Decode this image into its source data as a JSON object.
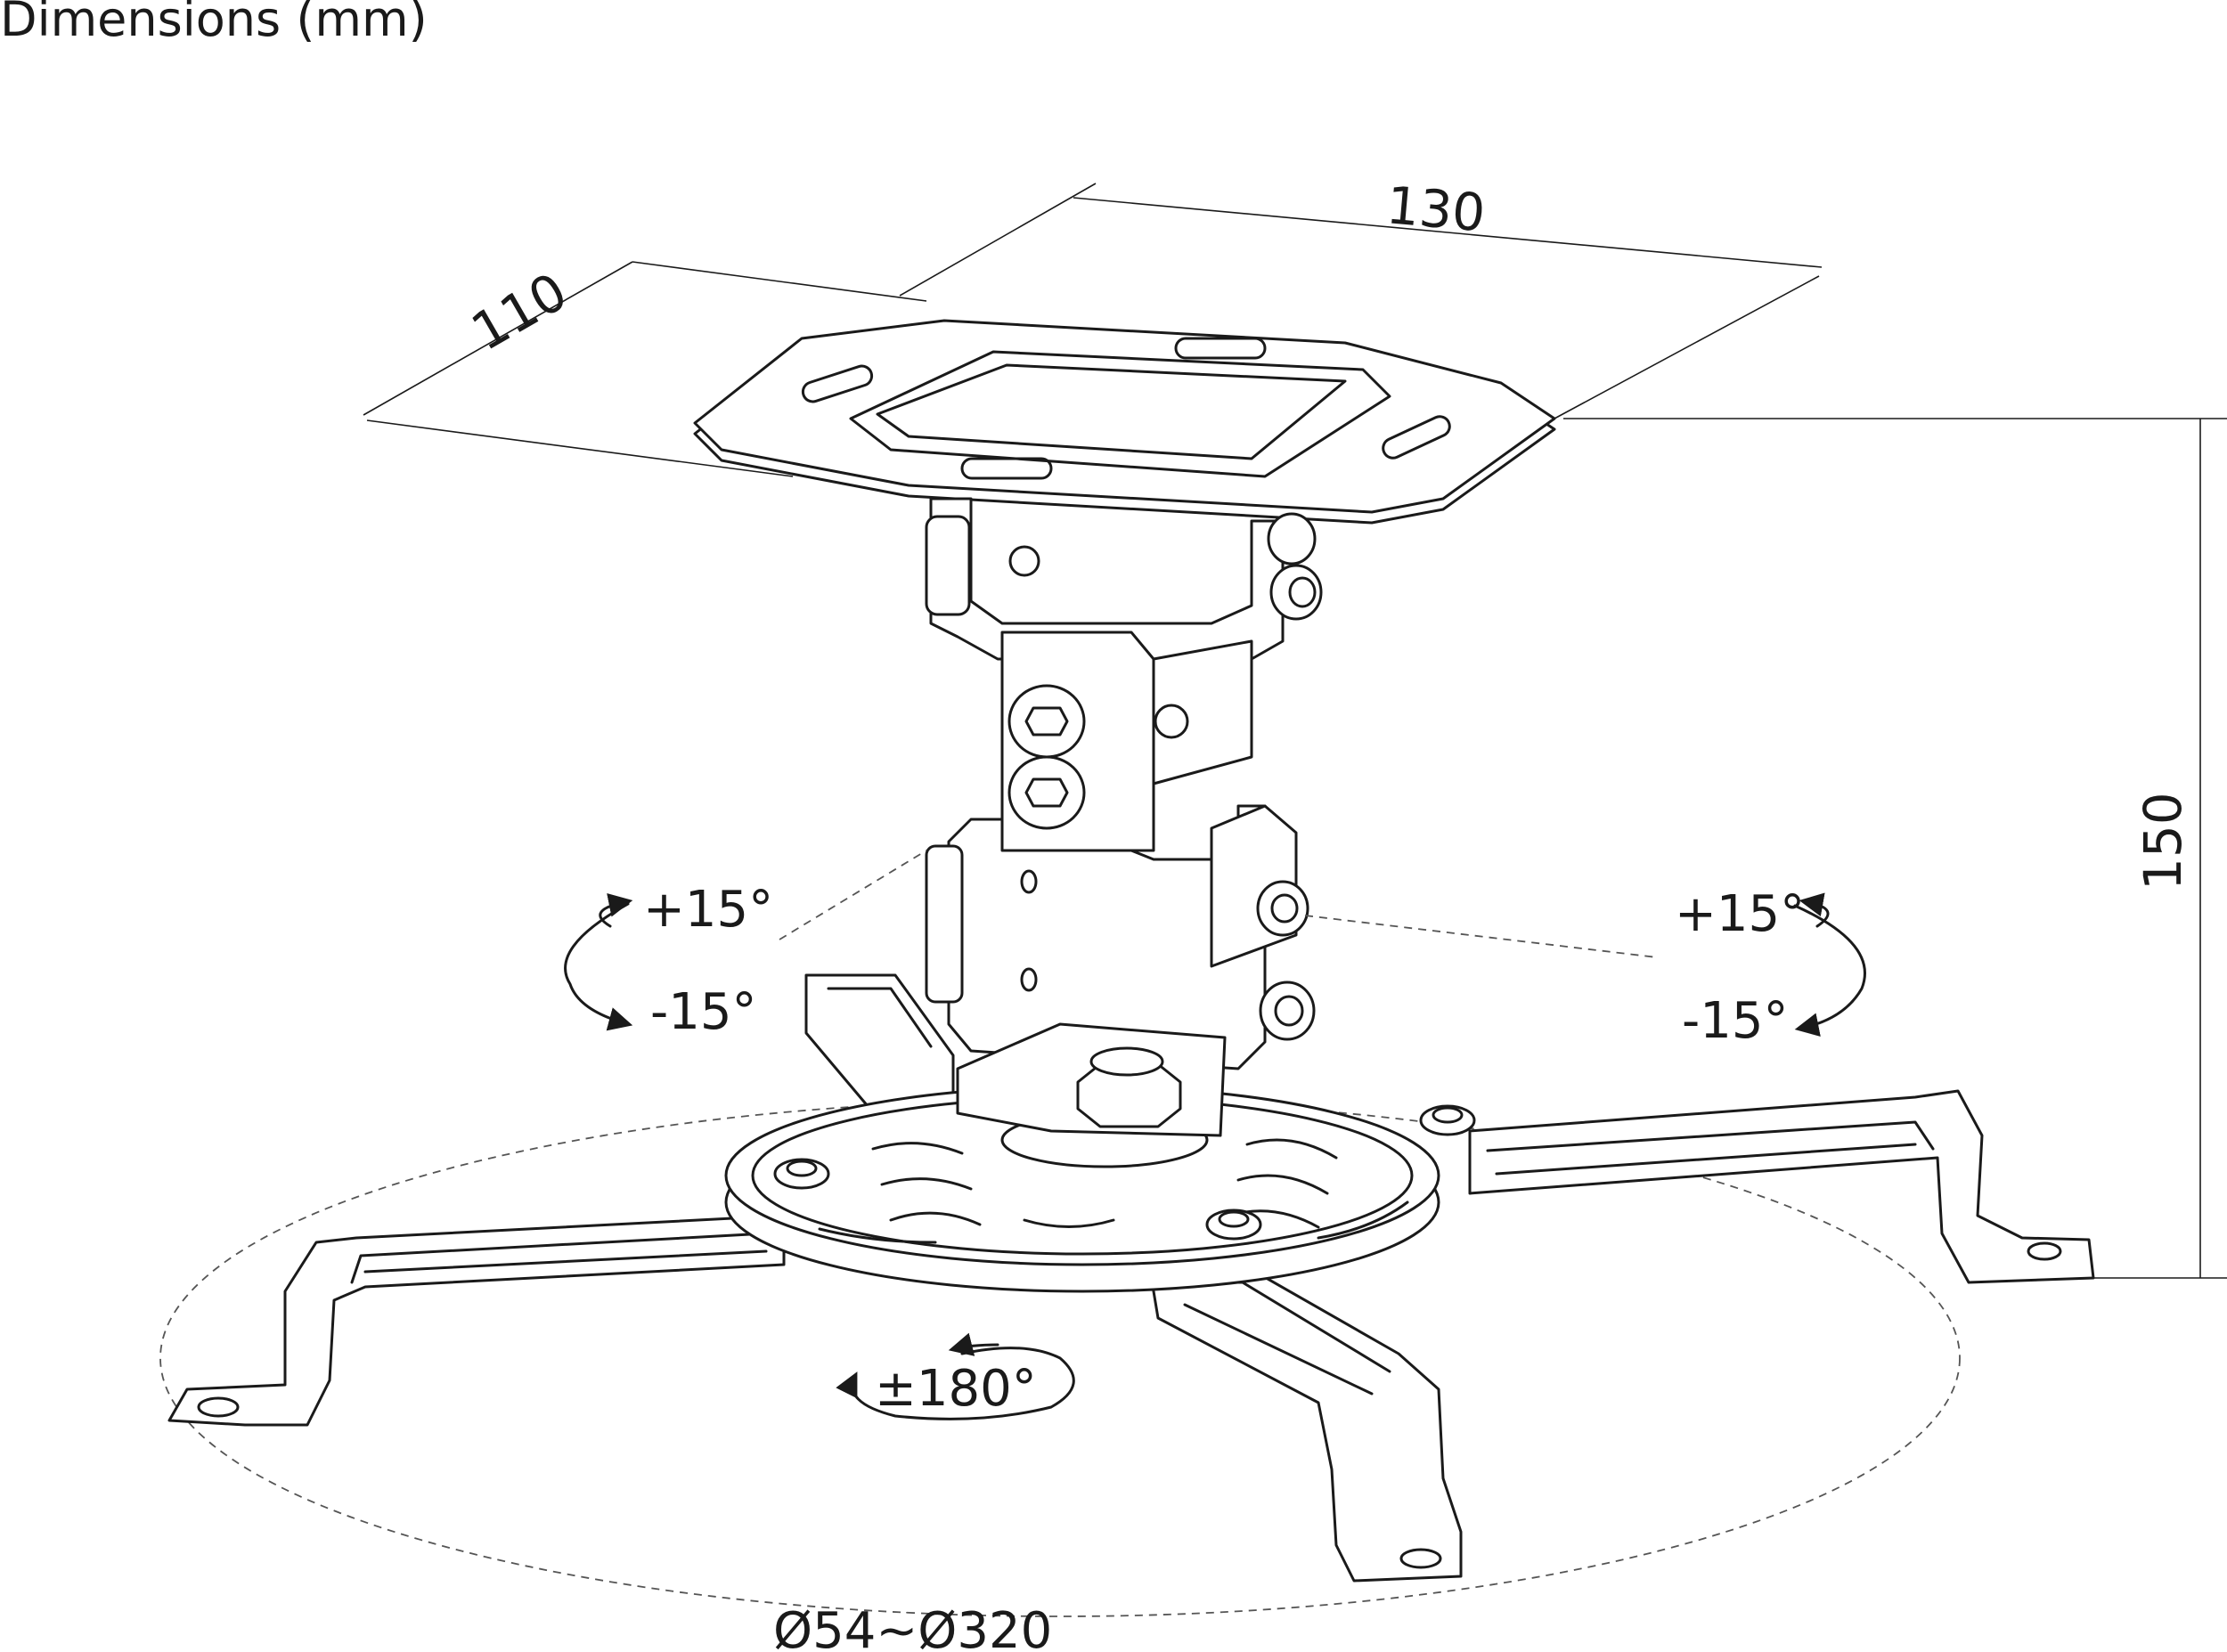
{
  "title": "Dimensions (mm)",
  "dimensions": {
    "width": "130",
    "depth": "110",
    "height": "150"
  },
  "rotation": {
    "tilt_left_up": "+15°",
    "tilt_left_down": "-15°",
    "tilt_right_up": "+15°",
    "tilt_right_down": "-15°",
    "swivel": "±180°"
  },
  "diameter_range": "Ø54~Ø320"
}
